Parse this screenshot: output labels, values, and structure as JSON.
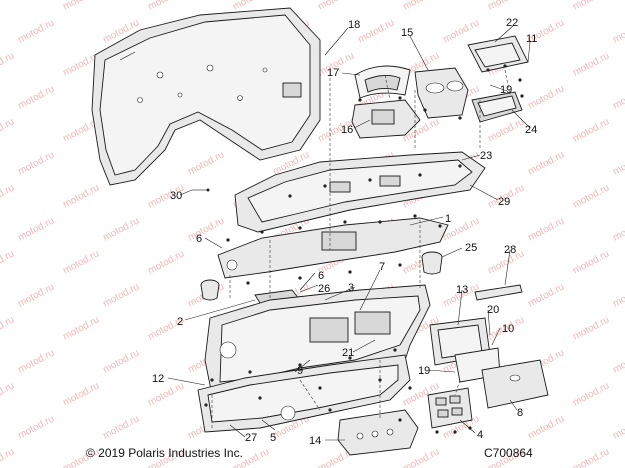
{
  "watermark": "motod.ru",
  "copyright": "© 2019 Polaris Industries Inc.",
  "figure_code": "C700864",
  "callouts": [
    "1",
    "2",
    "3",
    "4",
    "5",
    "6",
    "6",
    "7",
    "8",
    "9",
    "10",
    "11",
    "12",
    "13",
    "14",
    "15",
    "16",
    "17",
    "18",
    "19",
    "19",
    "20",
    "21",
    "22",
    "23",
    "24",
    "25",
    "26",
    "27",
    "28",
    "29",
    "30"
  ]
}
